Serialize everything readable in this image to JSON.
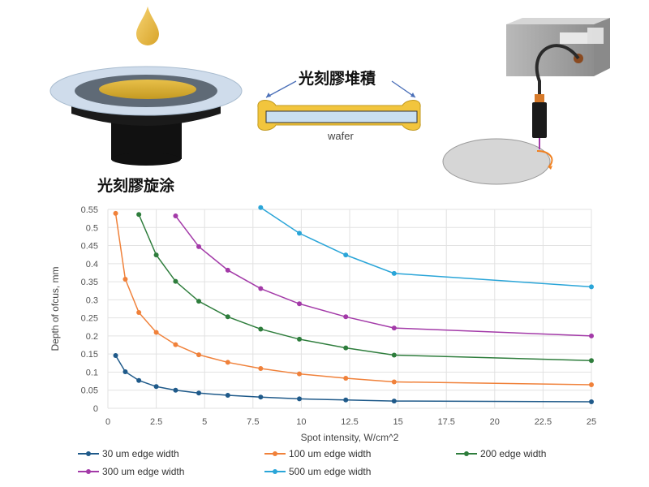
{
  "illustration": {
    "spin_coating_label": "光刻膠旋涂",
    "deposition_label": "光刻膠堆積",
    "wafer_label": "wafer"
  },
  "chart_data": {
    "type": "line",
    "xlabel": "Spot intensity, W/cm^2",
    "ylabel": "Depth of ofcus, mm",
    "xlim": [
      0,
      25
    ],
    "ylim": [
      0,
      0.55
    ],
    "xticks": [
      "0",
      "2.5",
      "5",
      "7.5",
      "10",
      "12.5",
      "15",
      "17.5",
      "20",
      "22.5",
      "25"
    ],
    "yticks": [
      "0",
      "0.05",
      "0.1",
      "0.15",
      "0.2",
      "0.25",
      "0.3",
      "0.35",
      "0.4",
      "0.45",
      "0.5",
      "0.55"
    ],
    "grid": true,
    "legend_position": "bottom",
    "series": [
      {
        "name": "30 um edge width",
        "color": "#1f5a8a",
        "x": [
          0.4,
          0.9,
          1.6,
          2.5,
          3.5,
          4.7,
          6.2,
          7.9,
          9.9,
          12.3,
          14.8,
          25.0
        ],
        "y": [
          0.146,
          0.101,
          0.077,
          0.06,
          0.05,
          0.042,
          0.036,
          0.031,
          0.026,
          0.023,
          0.02,
          0.018
        ]
      },
      {
        "name": "100 um edge width",
        "color": "#f0813a",
        "x": [
          0.4,
          0.9,
          1.6,
          2.5,
          3.5,
          4.7,
          6.2,
          7.9,
          9.9,
          12.3,
          14.8,
          25.0
        ],
        "y": [
          0.539,
          0.357,
          0.265,
          0.21,
          0.176,
          0.148,
          0.127,
          0.11,
          0.095,
          0.083,
          0.073,
          0.065
        ]
      },
      {
        "name": "200 edge width",
        "color": "#2e7d3c",
        "x": [
          1.6,
          2.5,
          3.5,
          4.7,
          6.2,
          7.9,
          9.9,
          12.3,
          14.8,
          25.0
        ],
        "y": [
          0.536,
          0.424,
          0.351,
          0.296,
          0.253,
          0.219,
          0.191,
          0.167,
          0.147,
          0.132
        ]
      },
      {
        "name": "300 um edge width",
        "color": "#a33aa8",
        "x": [
          3.5,
          4.7,
          6.2,
          7.9,
          9.9,
          12.3,
          14.8,
          25.0
        ],
        "y": [
          0.532,
          0.447,
          0.382,
          0.331,
          0.289,
          0.253,
          0.222,
          0.2
        ]
      },
      {
        "name": "500 um edge width",
        "color": "#2aa5d8",
        "x": [
          7.9,
          9.9,
          12.3,
          14.8,
          25.0
        ],
        "y": [
          0.555,
          0.484,
          0.424,
          0.373,
          0.336
        ]
      }
    ]
  }
}
